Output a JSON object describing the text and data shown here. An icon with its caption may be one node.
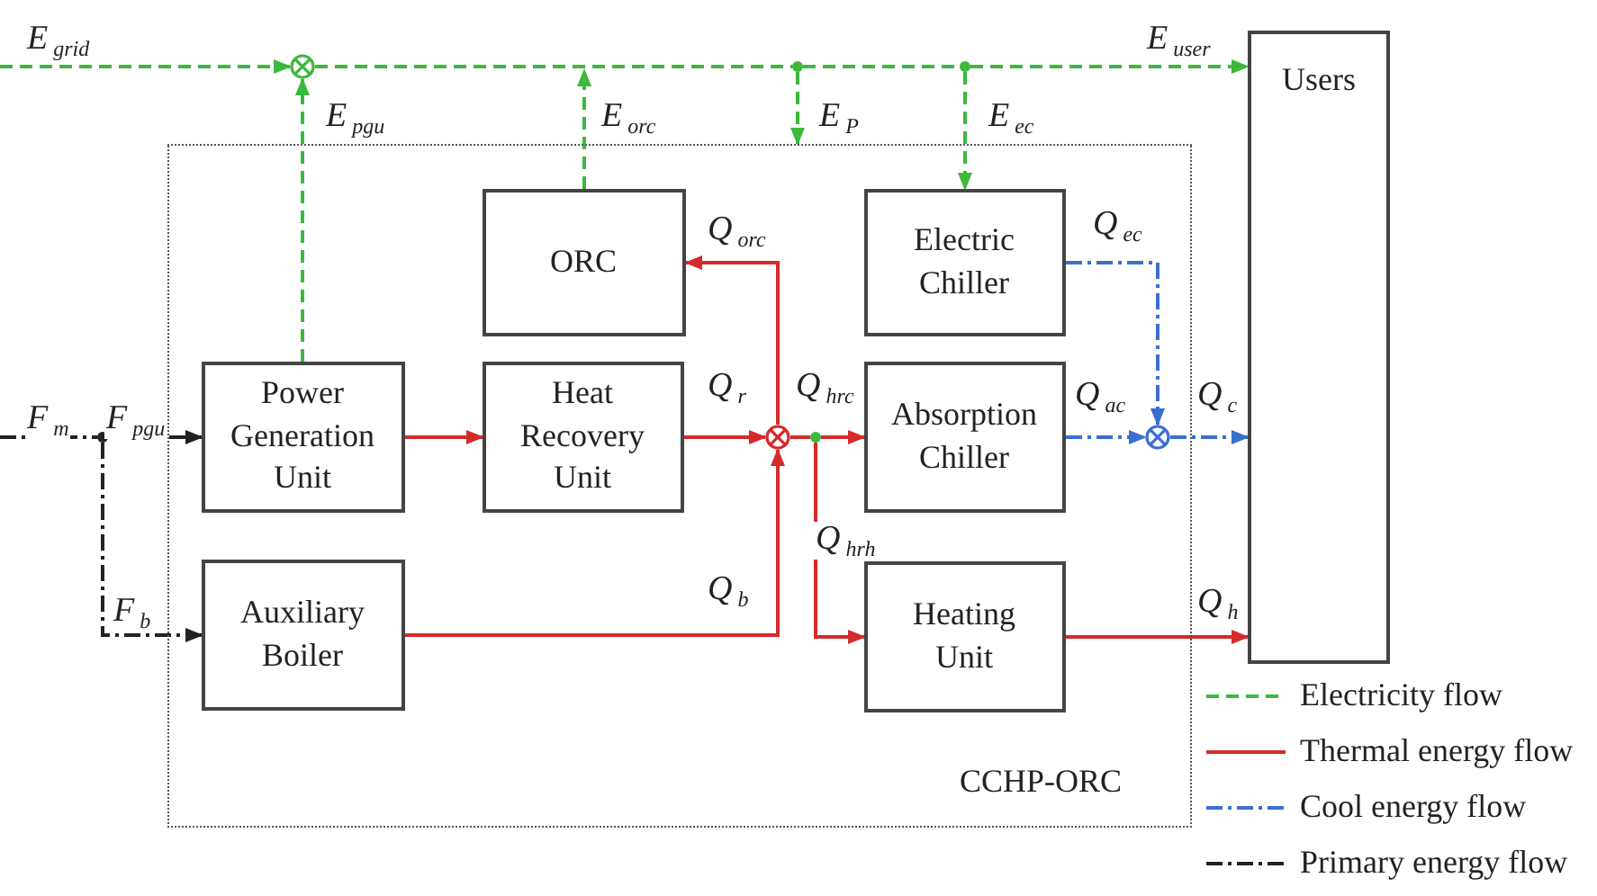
{
  "diagram": {
    "nodes": [
      {
        "text": [
          "CCHP-ORC"
        ]
      },
      {
        "text": [
          "ORC"
        ],
        "in": 0
      },
      {
        "text": [
          "Electric Chiller"
        ],
        "in": 0
      },
      {
        "text": [
          "Power Generation Unit"
        ],
        "in": 0
      },
      {
        "text": [
          "Heat Recovery Unit"
        ],
        "in": 0
      },
      {
        "text": [
          "Absorption Chiller"
        ],
        "in": 0
      },
      {
        "text": [
          "Auxiliary Boiler"
        ],
        "in": 0
      },
      {
        "text": [
          "Heating Unit"
        ],
        "in": 0
      },
      {
        "text": [
          "Users"
        ]
      },
      {
        "text": [],
        "shape": "circle"
      },
      {
        "text": [],
        "shape": "circle"
      },
      {
        "text": [],
        "shape": "circle"
      },
      {
        "text": [],
        "shape": "circle",
        "in": 0
      },
      {
        "text": [],
        "shape": "circle",
        "in": 0
      },
      {
        "text": [],
        "shape": "circle",
        "in": 0
      },
      {
        "text": [],
        "shape": "circle"
      }
    ],
    "edges": [
      {
        "from": null,
        "to": 9,
        "arrow": "to",
        "label": "E$_{grid}$",
        "style": "dashed",
        "color": "#3cb93c"
      },
      {
        "from": 3,
        "to": 9,
        "arrow": "to",
        "label": "E$_{pgu}$",
        "style": "dashed",
        "color": "#3cb93c"
      },
      {
        "from": 9,
        "to": 10,
        "arrow": "none",
        "style": "dashed",
        "color": "#3cb93c"
      },
      {
        "from": 1,
        "to": null,
        "arrow": "to",
        "label": "E$_{orc}$",
        "style": "dashed",
        "color": "#3cb93c"
      },
      {
        "from": 10,
        "to": 11,
        "arrow": "none",
        "style": "dashed",
        "color": "#3cb93c"
      },
      {
        "from": 11,
        "to": 8,
        "arrow": "to",
        "label": "E$_{user}$",
        "style": "dashed",
        "color": "#3cb93c"
      },
      {
        "from": 10,
        "to": 0,
        "arrow": "to",
        "label": "E$_{P}$",
        "style": "dashed",
        "color": "#3cb93c"
      },
      {
        "from": 11,
        "to": 2,
        "arrow": "to",
        "label": "E$_{ec}$",
        "style": "dashed",
        "color": "#3cb93c"
      },
      {
        "from": 3,
        "to": 4,
        "arrow": "to",
        "color": "#d42a2a"
      },
      {
        "from": 4,
        "to": 12,
        "arrow": "to",
        "label": "Q$_{r}$",
        "color": "#d42a2a"
      },
      {
        "from": 6,
        "to": 12,
        "arrow": "to",
        "label": "Q$_{b}$",
        "color": "#d42a2a"
      },
      {
        "from": 12,
        "to": 1,
        "arrow": "to",
        "label": "Q$_{orc}$",
        "color": "#d42a2a"
      },
      {
        "from": 12,
        "to": 13,
        "arrow": "none",
        "label": "Q$_{hrc}$",
        "color": "#d42a2a"
      },
      {
        "from": 13,
        "to": 5,
        "arrow": "to",
        "color": "#d42a2a"
      },
      {
        "from": 13,
        "to": 7,
        "arrow": "to",
        "label": "Q$_{hrh}$",
        "color": "#d42a2a"
      },
      {
        "from": 7,
        "to": 8,
        "arrow": "to",
        "label": "Q$_{h}$",
        "color": "#d42a2a"
      },
      {
        "from": 2,
        "to": 14,
        "arrow": "to",
        "label": "Q$_{ec}$",
        "style": "dashed",
        "color": "#3a6fd0"
      },
      {
        "from": 5,
        "to": 14,
        "arrow": "to",
        "label": "Q$_{ac}$",
        "style": "dashed",
        "color": "#3a6fd0"
      },
      {
        "from": 14,
        "to": 8,
        "arrow": "to",
        "label": "Q$_{c}$",
        "style": "dashed",
        "color": "#3a6fd0"
      },
      {
        "from": null,
        "to": 15,
        "arrow": "none",
        "label": "F$_{m}$",
        "style": "dashed",
        "color": "#222222"
      },
      {
        "from": 15,
        "to": 3,
        "arrow": "to",
        "label": "F$_{pgu}$",
        "style": "dashed",
        "color": "#222222"
      },
      {
        "from": 15,
        "to": 6,
        "arrow": "to",
        "label": "F$_{b}$",
        "style": "dashed",
        "color": "#222222"
      }
    ],
    "legend": [
      {
        "text": "Electricity flow"
      },
      {
        "text": "Thermal energy flow"
      },
      {
        "text": "Cool energy flow"
      },
      {
        "text": "Primary energy flow"
      }
    ]
  }
}
